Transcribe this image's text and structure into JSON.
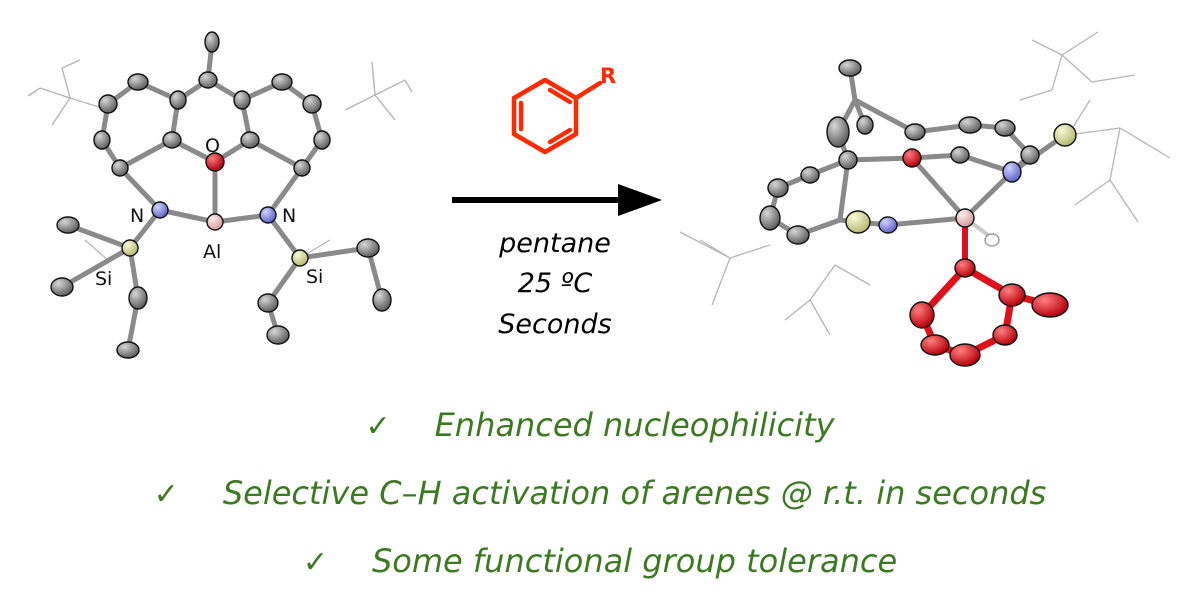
{
  "colors": {
    "carbon": "#8c8c8c",
    "oxygen": "#e0151a",
    "nitrogen": "#8f94e8",
    "aluminum": "#f0c4c4",
    "silicon": "#e4e8a4",
    "hydrogen": "#ffffff",
    "bond": "#8a8a8a",
    "wire": "#b5b5b5",
    "arene": "#ff2a00",
    "product_aryl": "#e0101a",
    "arrow": "#000000",
    "feature_text": "#3c7a22"
  },
  "reactant": {
    "atom_labels": {
      "o": "O",
      "n_left": "N",
      "n_right": "N",
      "al": "Al",
      "si_left": "Si",
      "si_right": "Si"
    }
  },
  "reagent": {
    "substituent_label": "R"
  },
  "conditions": {
    "solvent": "pentane",
    "temperature": "25 ºC",
    "time": "Seconds"
  },
  "features": [
    {
      "check": "✓",
      "text": "Enhanced nucleophilicity"
    },
    {
      "check": "✓",
      "text": "Selective C–H activation of arenes @ r.t. in seconds"
    },
    {
      "check": "✓",
      "text": "Some functional group tolerance"
    }
  ]
}
